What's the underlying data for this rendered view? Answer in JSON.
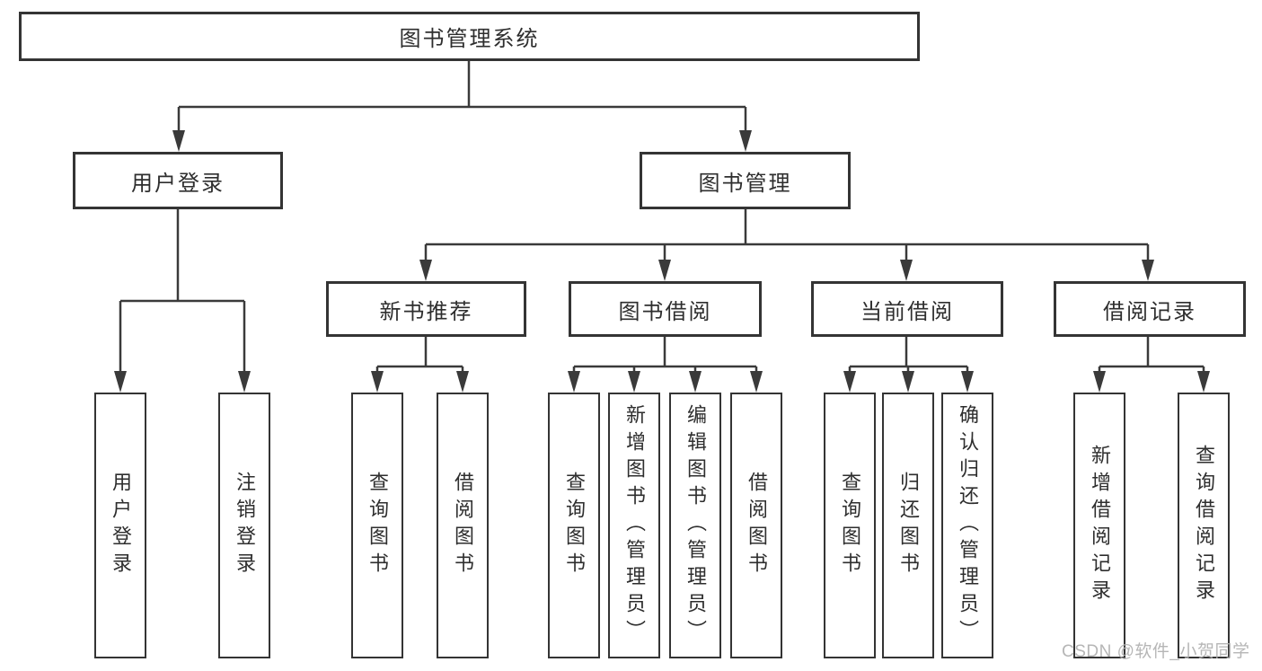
{
  "diagram_title": "图书管理系统",
  "colors": {
    "line": "#3a3a3a",
    "box_border": "#343434",
    "text": "#2e2e2e",
    "watermark": "#b0b0b0",
    "background": "#ffffff"
  },
  "watermark": {
    "text": "CSDN @软件_小贺同学"
  },
  "tree": {
    "label": "图书管理系统",
    "children": [
      {
        "label": "用户登录",
        "children": [
          {
            "label": "用户登录"
          },
          {
            "label": "注销登录"
          }
        ]
      },
      {
        "label": "图书管理",
        "children": [
          {
            "label": "新书推荐",
            "children": [
              {
                "label": "查询图书"
              },
              {
                "label": "借阅图书"
              }
            ]
          },
          {
            "label": "图书借阅",
            "children": [
              {
                "label": "查询图书"
              },
              {
                "label": "新增图书（管理员）"
              },
              {
                "label": "编辑图书（管理员）"
              },
              {
                "label": "借阅图书"
              }
            ]
          },
          {
            "label": "当前借阅",
            "children": [
              {
                "label": "查询图书"
              },
              {
                "label": "归还图书"
              },
              {
                "label": "确认归还（管理员）"
              }
            ]
          },
          {
            "label": "借阅记录",
            "children": [
              {
                "label": "新增借阅记录"
              },
              {
                "label": "查询借阅记录"
              }
            ]
          }
        ]
      }
    ]
  }
}
